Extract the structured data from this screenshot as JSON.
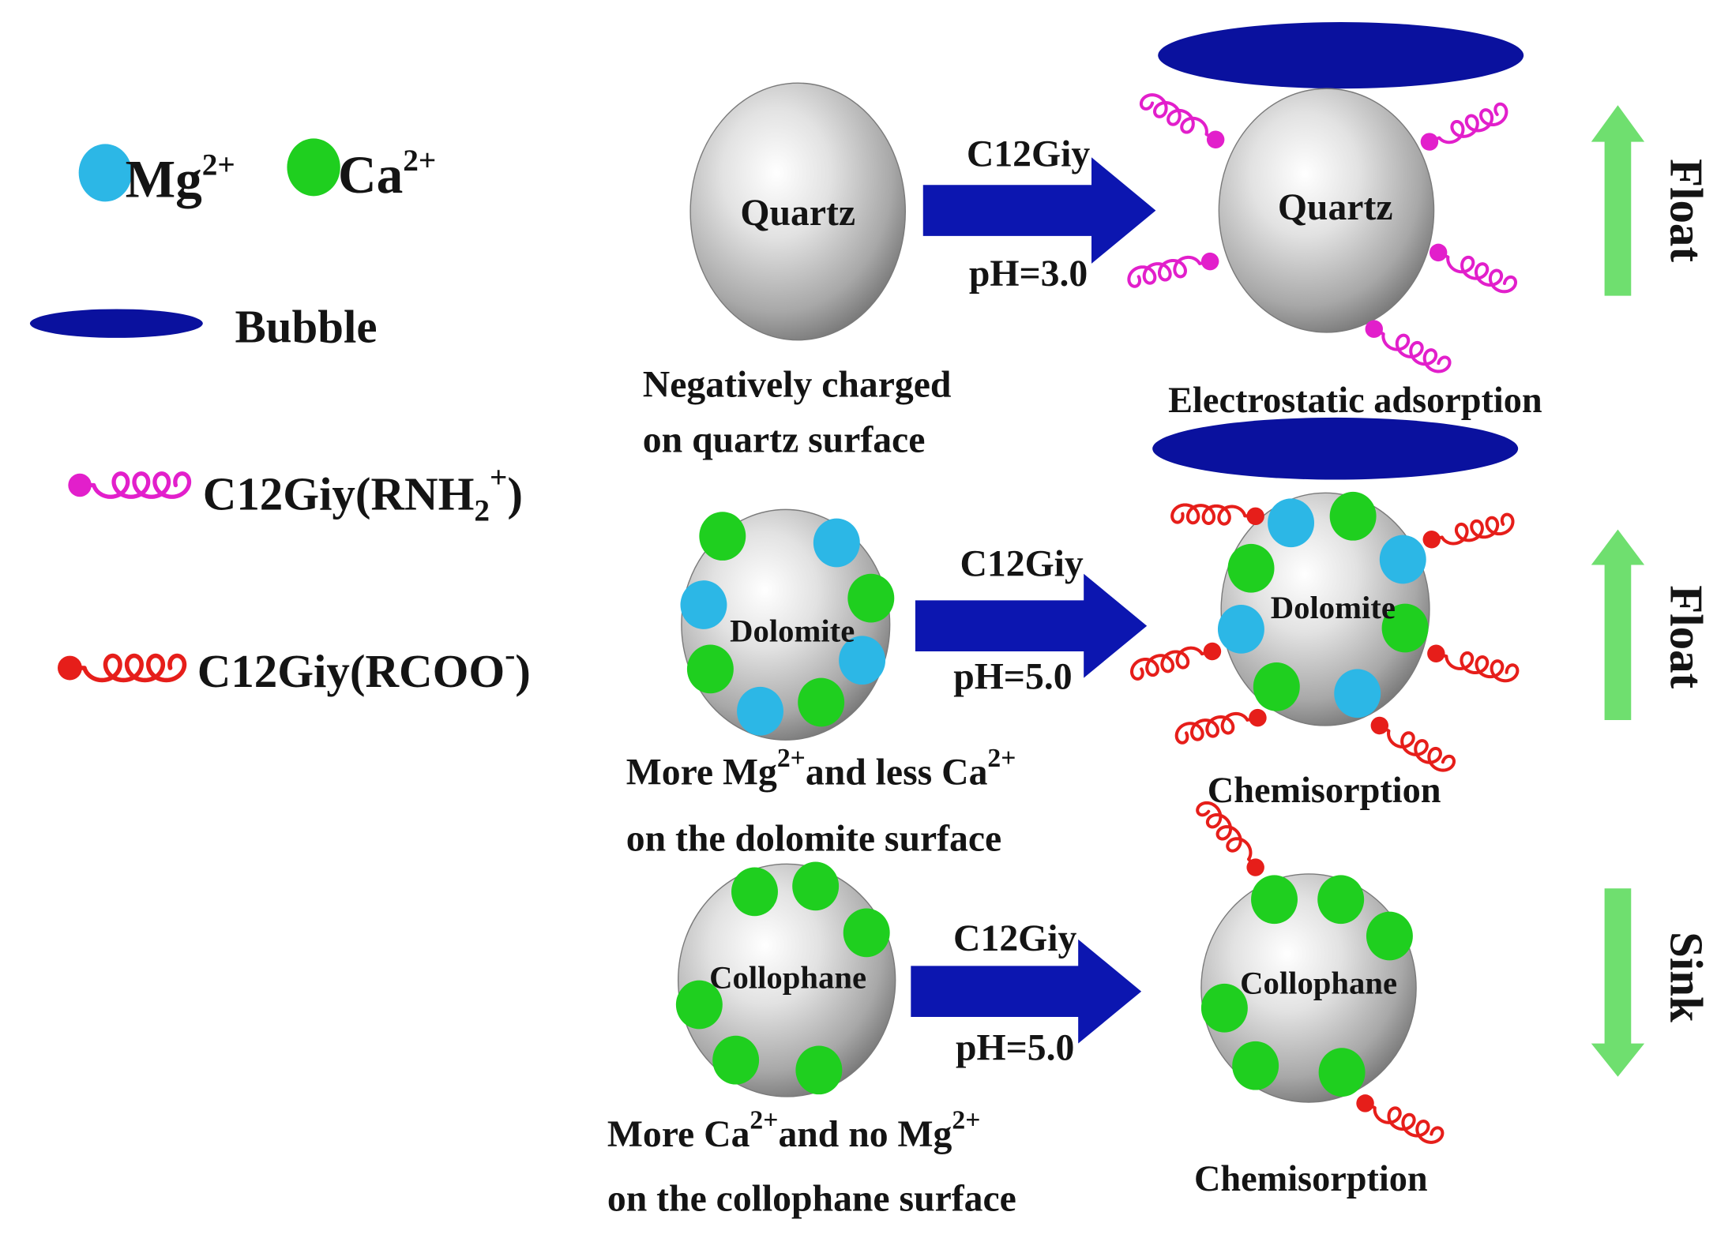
{
  "legend": {
    "mg": {
      "text": "Mg",
      "sup": "2+",
      "color": "#2cb7e6"
    },
    "ca": {
      "text": "Ca",
      "sup": "2+",
      "color": "#1fcf1f"
    },
    "bubble": {
      "label": "Bubble",
      "color": "#0a119e"
    },
    "amine_collector": {
      "text": "C12Giy(RNH",
      "sub": "2",
      "sup": "+",
      "close": ")",
      "color": "#e21fcb"
    },
    "carboxyl_collector": {
      "text": "C12Giy(RCOO",
      "sup": "-",
      "close": ")",
      "color": "#e61e1a"
    }
  },
  "colors": {
    "reagent_arrow": "#0c16b0",
    "outcome_arrow": "#6fdf6f"
  },
  "rows": [
    {
      "mineral": "Quartz",
      "reagent": "C12Giy",
      "ph": "pH=3.0",
      "surface_note": {
        "line1": "Negatively charged",
        "line2": "on quartz surface"
      },
      "mechanism": "Electrostatic adsorption",
      "outcome": "Float"
    },
    {
      "mineral": "Dolomite",
      "reagent": "C12Giy",
      "ph": "pH=5.0",
      "surface_note": {
        "line1": [
          "More Mg",
          "2+",
          "and less Ca",
          "2+"
        ],
        "line2": "on the dolomite surface"
      },
      "mechanism": "Chemisorption",
      "outcome": "Float"
    },
    {
      "mineral": "Collophane",
      "reagent": "C12Giy",
      "ph": "pH=5.0",
      "surface_note": {
        "line1": [
          "More Ca",
          "2+",
          "and no Mg",
          "2+"
        ],
        "line2": "on the collophane surface"
      },
      "mechanism": "Chemisorption",
      "outcome": "Sink"
    }
  ]
}
